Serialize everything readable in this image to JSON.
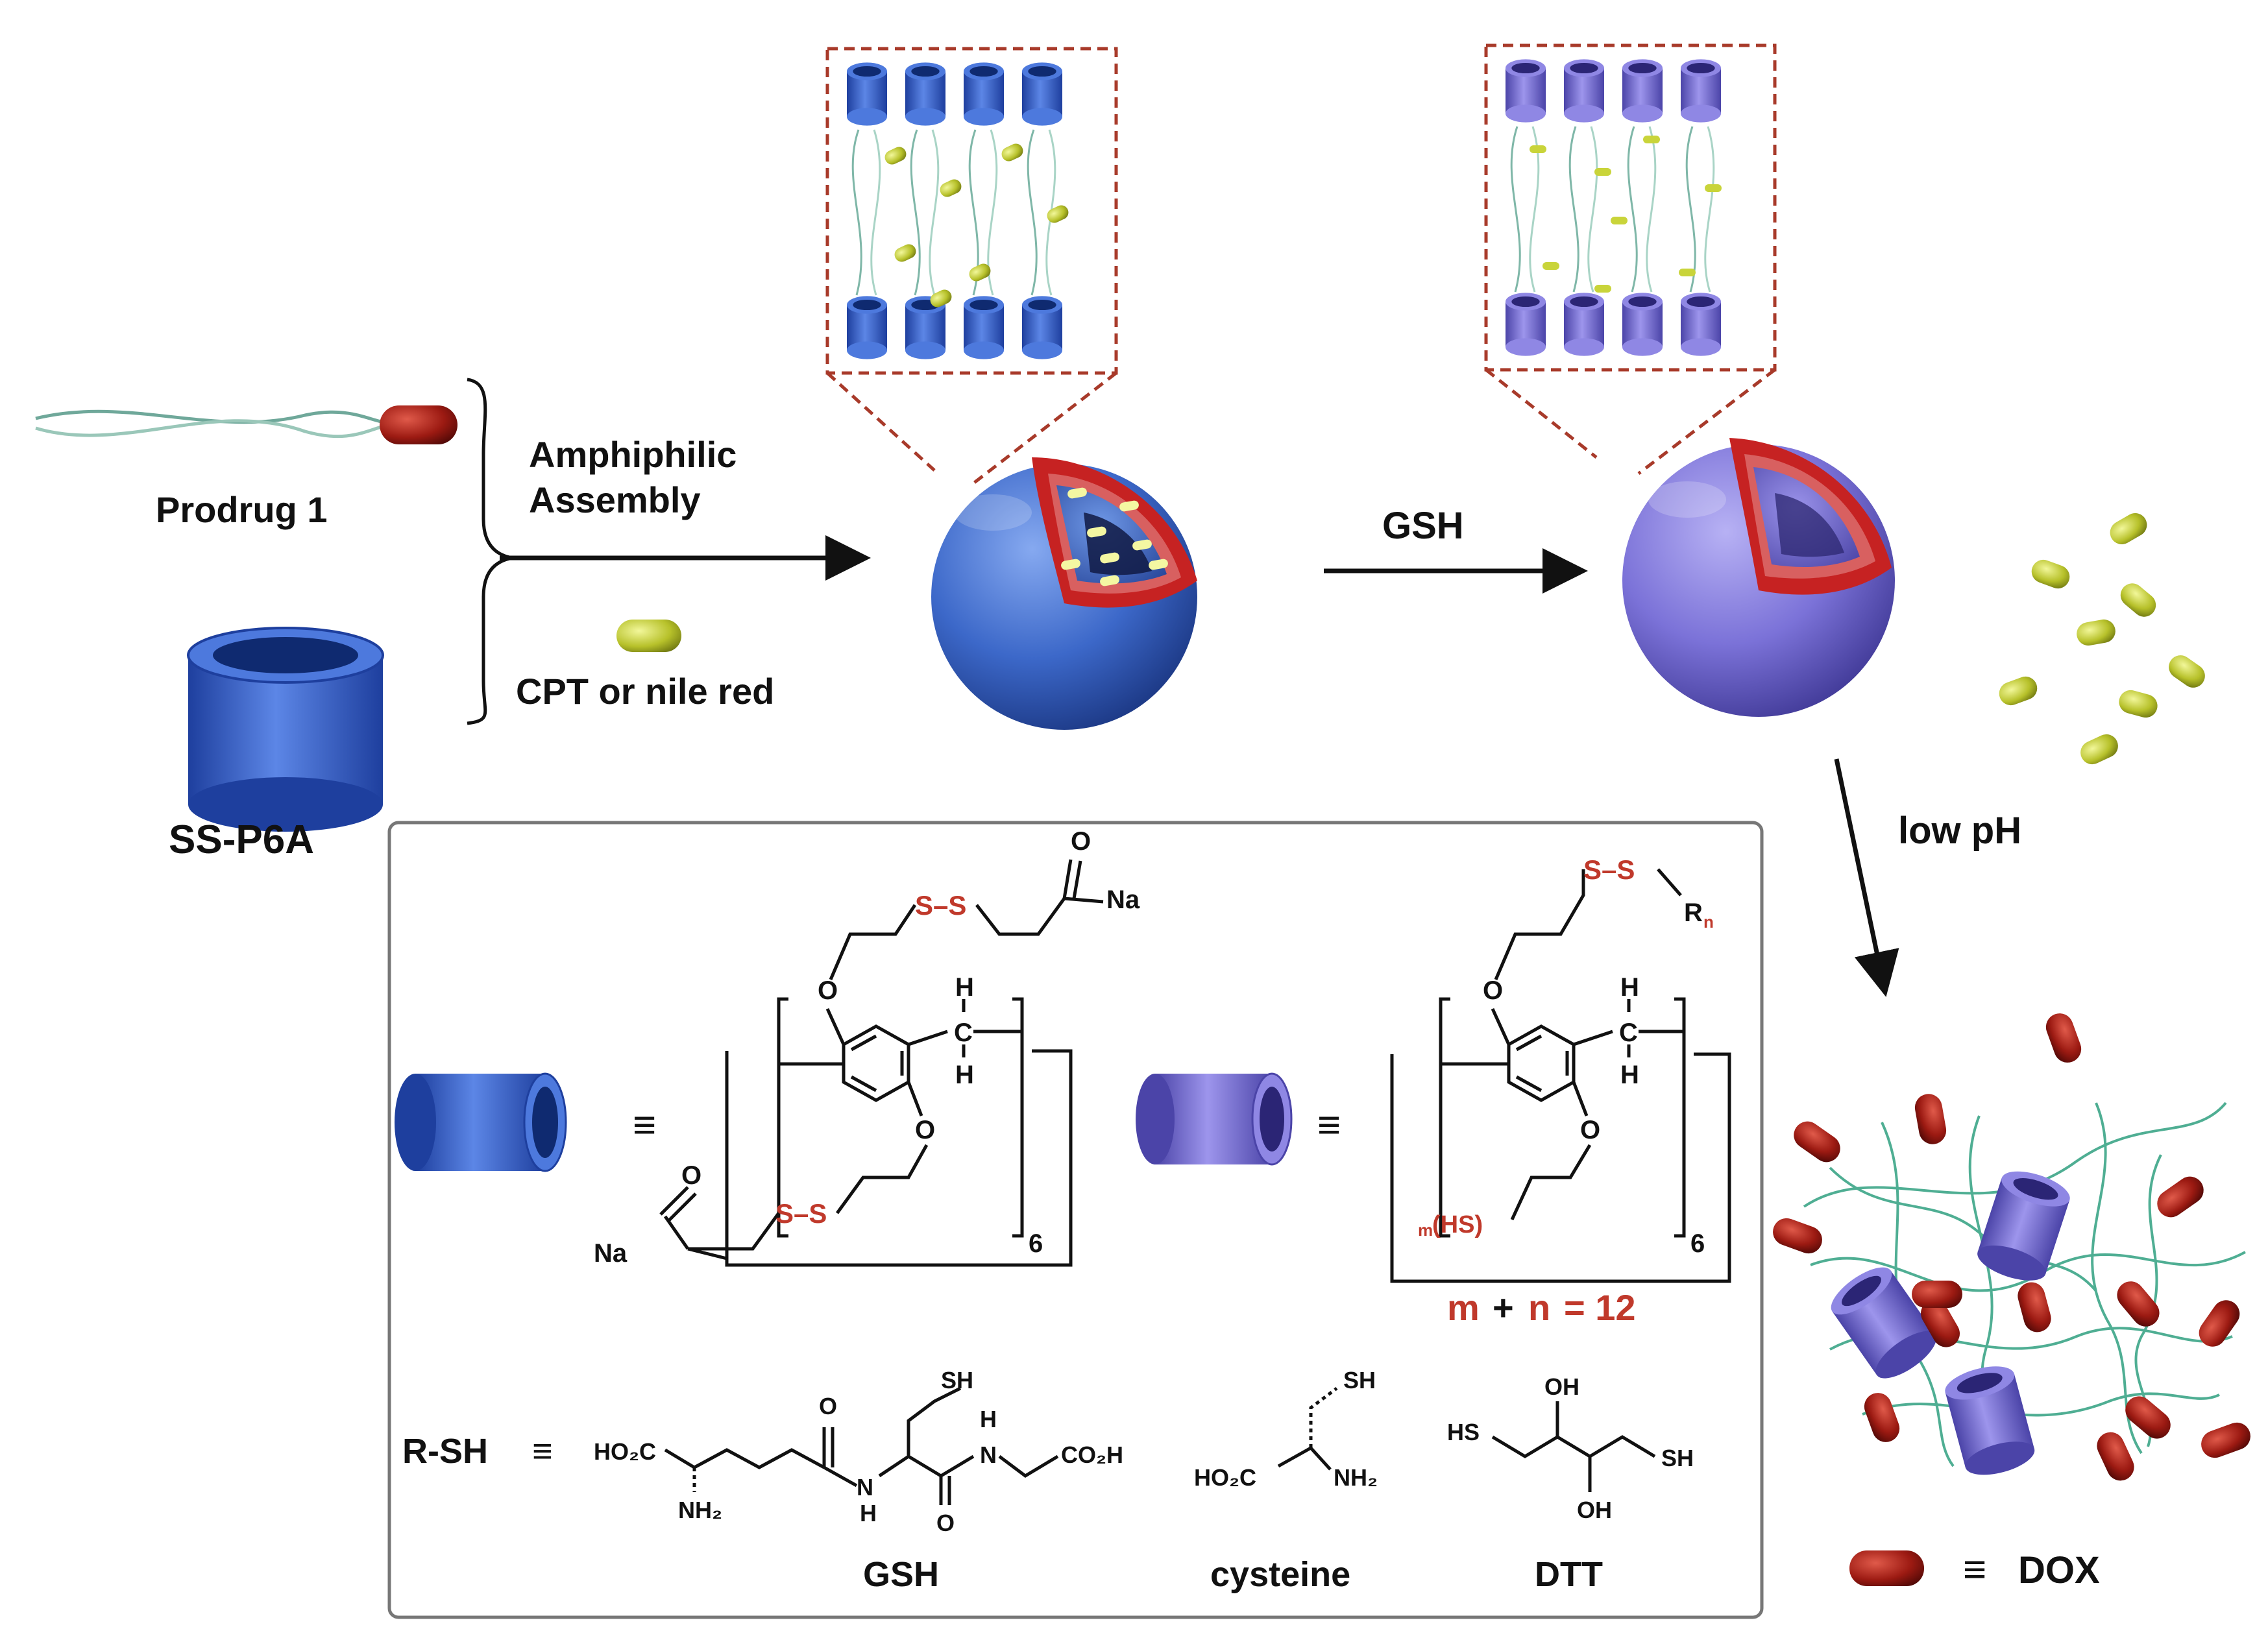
{
  "labels": {
    "prodrug": "Prodrug 1",
    "ssp6a": "SS-P6A",
    "assembly_line1": "Amphiphilic",
    "assembly_line2": "Assembly",
    "cargo": "CPT or nile red",
    "gsh_arrow": "GSH",
    "low_ph": "low pH",
    "dox": "DOX",
    "equiv": "≡"
  },
  "structures": {
    "left": {
      "na_top": "Na",
      "o_top": "O",
      "ss_top": "S–S",
      "o_ring_top": "O",
      "o_ring_bottom": "O",
      "h_top": "H",
      "c_center": "C",
      "h_bottom": "H",
      "repeat": "6",
      "na_bottom": "Na",
      "o_bottom": "O",
      "ss_bottom": "S–S"
    },
    "right": {
      "ss_top": "S–S",
      "r_group": "R",
      "r_sub": "n",
      "o_ring_top": "O",
      "o_ring_bottom": "O",
      "h_top": "H",
      "c_center": "C",
      "h_bottom": "H",
      "repeat": "6",
      "hs_prefix": "m",
      "hs_group": "(HS)",
      "mn_m": "m",
      "mn_plus": "+",
      "mn_n": "n",
      "mn_eq": "= 12"
    },
    "rsh": {
      "label": "R-SH",
      "gsh": {
        "name": "GSH",
        "ho2c": "HO₂C",
        "nh2": "NH₂",
        "o1": "O",
        "nh": "N",
        "nh_h": "H",
        "sh": "SH",
        "h": "H",
        "n2": "N",
        "o2": "O",
        "co2h": "CO₂H"
      },
      "cysteine": {
        "name": "cysteine",
        "sh": "SH",
        "ho2c": "HO₂C",
        "nh2": "NH₂"
      },
      "dtt": {
        "name": "DTT",
        "oh_top": "OH",
        "hs": "HS",
        "sh": "SH",
        "oh_bottom": "OH"
      }
    }
  },
  "colors": {
    "blue_macrocycle": "#3a62c8",
    "purple_macrocycle": "#7c73d9",
    "drug_yellow": "#c9d43a",
    "dox_red": "#8e1010",
    "shell_red": "#cc2222",
    "chain_green": "#4fae93",
    "dashed_box": "#a83a2a"
  }
}
